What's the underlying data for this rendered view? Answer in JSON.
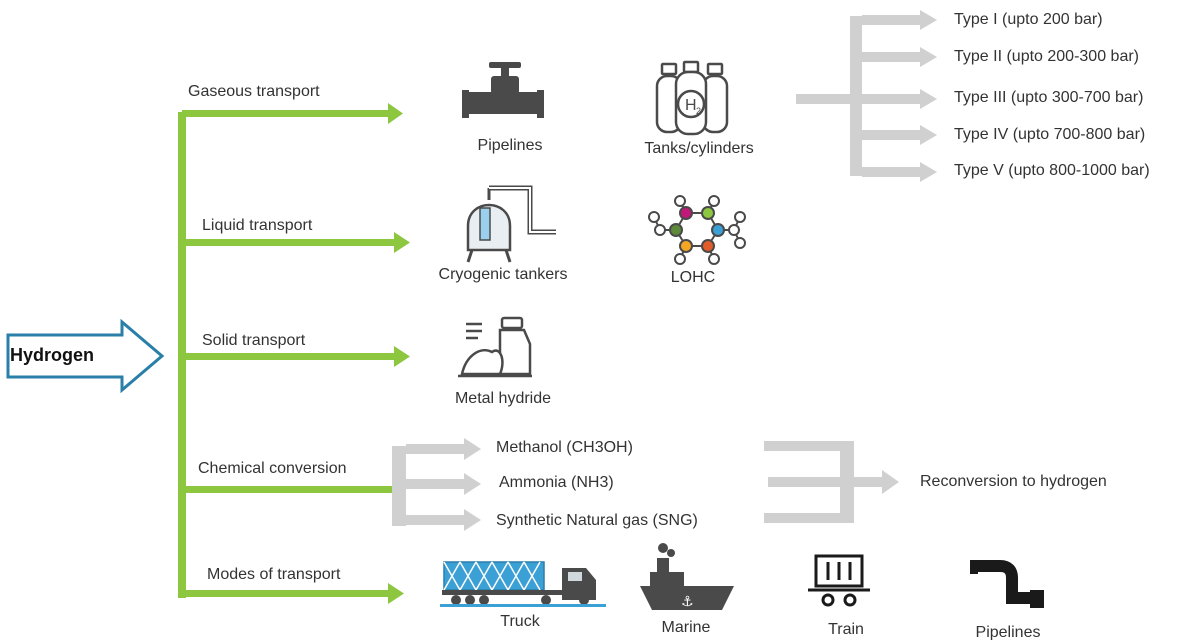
{
  "root": {
    "label": "Hydrogen"
  },
  "branches": [
    {
      "label": "Gaseous transport"
    },
    {
      "label": "Liquid transport"
    },
    {
      "label": "Solid transport"
    },
    {
      "label": "Chemical conversion"
    },
    {
      "label": "Modes of transport"
    }
  ],
  "gaseous": {
    "pipelines": "Pipelines",
    "tanks": "Tanks/cylinders",
    "h2_symbol": "H",
    "h2_sub": "2",
    "types": [
      "Type I (upto 200 bar)",
      "Type II (upto 200-300 bar)",
      "Type III (upto 300-700 bar)",
      "Type IV (upto 700-800 bar)",
      "Type V (upto 800-1000 bar)"
    ]
  },
  "liquid": {
    "cryo": "Cryogenic tankers",
    "lohc": "LOHC"
  },
  "solid": {
    "metal": "Metal hydride"
  },
  "chemical": {
    "products": [
      "Methanol (CH3OH)",
      "Ammonia (NH3)",
      "Synthetic Natural gas (SNG)"
    ],
    "reconversion": "Reconversion to hydrogen"
  },
  "modes": {
    "items": [
      "Truck",
      "Marine",
      "Train",
      "Pipelines"
    ]
  },
  "colors": {
    "green": "#8dc63f",
    "gray": "#d0d0d0",
    "blue_outline": "#2a7fa8",
    "icon_dark": "#4a4a4a",
    "truck_blue": "#3aa0d6"
  }
}
